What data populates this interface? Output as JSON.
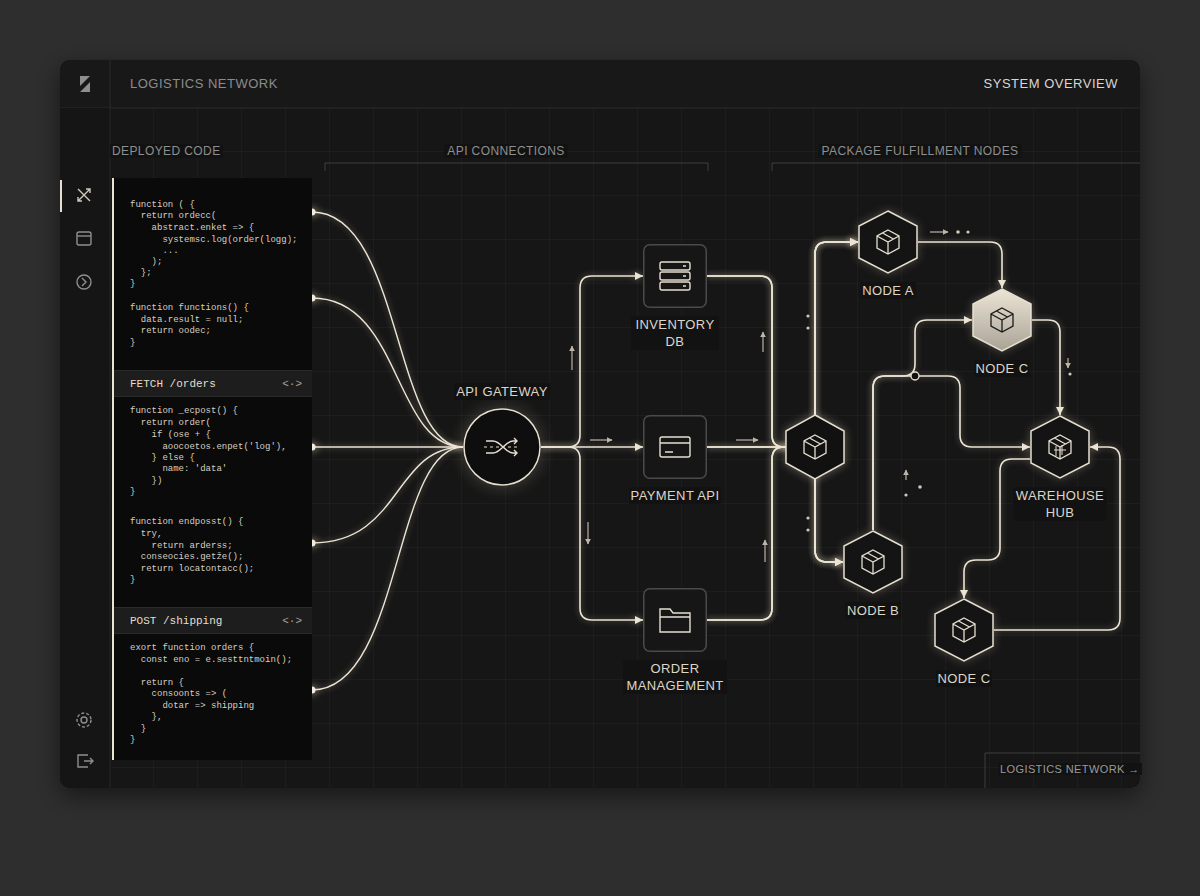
{
  "diagram": {
    "title": "LOGISTICS NETWORK",
    "nodes": [
      {
        "text": [
          "function ( {",
          "  return ordecc(",
          "    abstract.enket => {",
          "      systemsc.log(order(logg);",
          "      ...",
          "    );",
          "  };",
          "}",
          "function functions() {",
          "  data.result = null;",
          "  return oodec;",
          "}",
          "function _ecpost() {",
          "  return order(",
          "    if (ose + {",
          "      aoocoetos.enpet('log'),",
          "    } else {",
          "      name: 'data'",
          "    })",
          "}",
          "function endposst() {",
          "  try,",
          "    return arderss;",
          "  conseocies.getže();",
          "  return locatontacc();",
          "}",
          "exort function orders {",
          "  const eno = e.sesttntmoin();",
          "  return {",
          "    consoonts => (",
          "      dotar => shipping",
          "    },",
          "  }",
          "}"
        ]
      },
      {
        "text": [
          "FETCH /orders",
          "<·>"
        ],
        "in": 0
      },
      {
        "text": [
          "POST /shipping",
          "<·>"
        ],
        "in": 0
      },
      {
        "text": [
          "API GATEWAY"
        ]
      },
      {
        "text": [
          "INVENTORY DB"
        ]
      },
      {
        "text": [
          "PAYMENT API"
        ]
      },
      {
        "text": [
          "ORDER MANAGEMENT"
        ]
      },
      {
        "text": [
          "NODE A"
        ]
      },
      {
        "text": [
          "NODE C"
        ]
      },
      {
        "text": [
          "WAREHOUSE HUB"
        ]
      },
      {
        "text": [
          "NODE B"
        ]
      },
      {
        "text": [
          "NODE C"
        ]
      }
    ],
    "edges": [
      {
        "from": 0,
        "to": 3,
        "arrow": "none"
      },
      {
        "from": 0,
        "to": 3,
        "arrow": "none"
      },
      {
        "from": 0,
        "to": 3,
        "arrow": "none"
      },
      {
        "from": 0,
        "to": 3,
        "arrow": "none"
      },
      {
        "from": 0,
        "to": 3,
        "arrow": "none"
      },
      {
        "from": 3,
        "to": 4,
        "arrow": "to"
      },
      {
        "from": 3,
        "to": 5,
        "arrow": "to"
      },
      {
        "from": 3,
        "to": 6,
        "arrow": "to"
      },
      {
        "from": 4,
        "to": 7,
        "arrow": "to"
      },
      {
        "from": 4,
        "to": 10,
        "arrow": "to"
      },
      {
        "from": 5,
        "to": 7,
        "arrow": "to"
      },
      {
        "from": 5,
        "to": 10,
        "arrow": "to"
      },
      {
        "from": 6,
        "to": 7,
        "arrow": "to"
      },
      {
        "from": 6,
        "to": 10,
        "arrow": "to"
      },
      {
        "from": 7,
        "to": 8,
        "arrow": "to"
      },
      {
        "from": 8,
        "to": 9,
        "arrow": "to"
      },
      {
        "from": 10,
        "to": 8,
        "arrow": "to"
      },
      {
        "from": 10,
        "to": 9,
        "arrow": "to"
      },
      {
        "from": 9,
        "to": 11,
        "arrow": "to"
      },
      {
        "from": 11,
        "to": 9,
        "arrow": "to"
      }
    ],
    "labels": [
      "SYSTEM OVERVIEW",
      "DEPLOYED CODE",
      "API CONNECTIONS",
      "PACKAGE FULFILLMENT NODES",
      "LOGISTICS NETWORK →"
    ]
  }
}
